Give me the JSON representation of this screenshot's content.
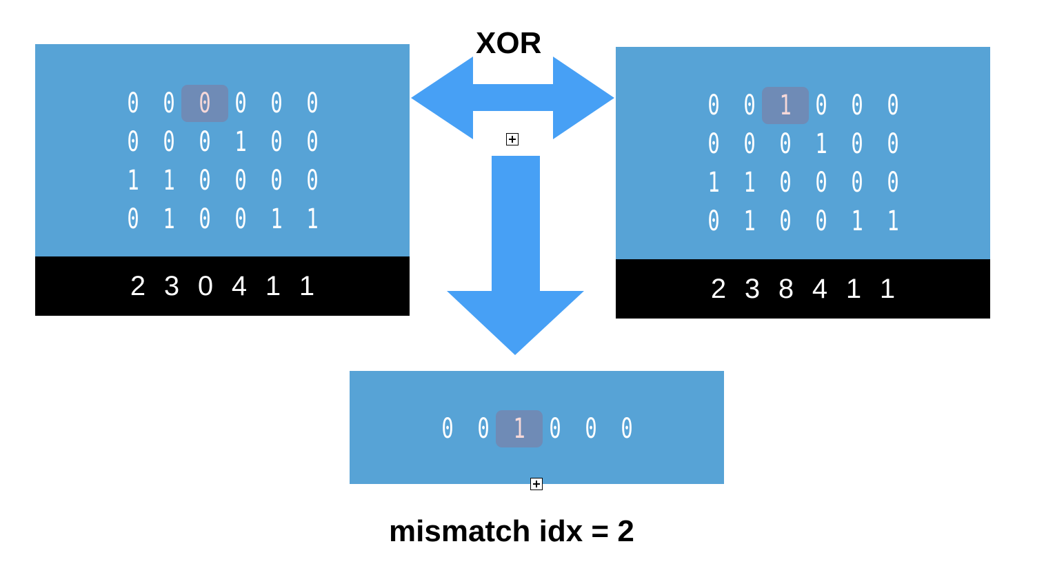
{
  "operation_label": "XOR",
  "left_matrix": {
    "rows": [
      [
        "0",
        "0",
        "0",
        "0",
        "0",
        "0"
      ],
      [
        "0",
        "0",
        "0",
        "1",
        "0",
        "0"
      ],
      [
        "1",
        "1",
        "0",
        "0",
        "0",
        "0"
      ],
      [
        "0",
        "1",
        "0",
        "0",
        "1",
        "1"
      ]
    ],
    "highlight": {
      "row": 0,
      "col": 2
    },
    "sums": [
      "2",
      "3",
      "0",
      "4",
      "1",
      "1"
    ]
  },
  "right_matrix": {
    "rows": [
      [
        "0",
        "0",
        "1",
        "0",
        "0",
        "0"
      ],
      [
        "0",
        "0",
        "0",
        "1",
        "0",
        "0"
      ],
      [
        "1",
        "1",
        "0",
        "0",
        "0",
        "0"
      ],
      [
        "0",
        "1",
        "0",
        "0",
        "1",
        "1"
      ]
    ],
    "highlight": {
      "row": 0,
      "col": 2
    },
    "sums": [
      "2",
      "3",
      "8",
      "4",
      "1",
      "1"
    ]
  },
  "result": {
    "bits": [
      "0",
      "0",
      "1",
      "0",
      "0",
      "0"
    ],
    "highlight_col": 2
  },
  "caption": "mismatch idx = 2",
  "colors": {
    "panel": "#57a3d6",
    "arrow": "#47a0f5",
    "highlight": "#6f8bb6",
    "highlight_text": "#f6d8d8",
    "sum_bar": "#000000"
  }
}
